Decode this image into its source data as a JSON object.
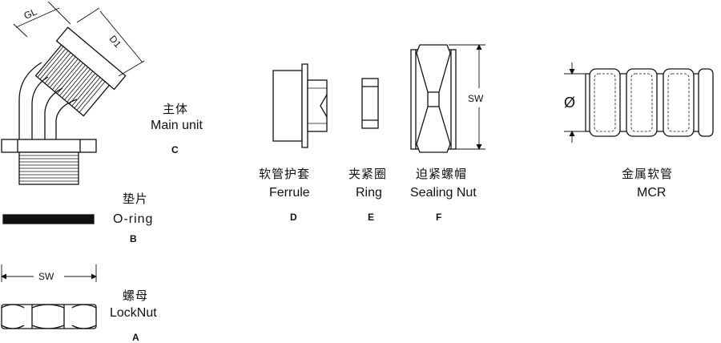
{
  "parts": {
    "main_unit": {
      "cn": "主体",
      "en": "Main unit",
      "letter": "C"
    },
    "oring": {
      "cn": "垫片",
      "en": "O-ring",
      "letter": "B"
    },
    "locknut": {
      "cn": "螺母",
      "en": "LockNut",
      "letter": "A"
    },
    "ferrule": {
      "cn": "软管护套",
      "en": "Ferrule",
      "letter": "D"
    },
    "ring": {
      "cn": "夹紧圈",
      "en": "Ring",
      "letter": "E"
    },
    "sealing_nut": {
      "cn": "迫紧螺帽",
      "en": "Sealing Nut",
      "letter": "F"
    },
    "mcr": {
      "cn": "金属软管",
      "en": "MCR"
    }
  },
  "dimensions": {
    "gl": "GL",
    "d1": "D1",
    "sw_locknut": "SW",
    "sw_sealing": "SW",
    "diameter": "Ø"
  },
  "colors": {
    "line": "#111111",
    "fill": "#ffffff"
  }
}
